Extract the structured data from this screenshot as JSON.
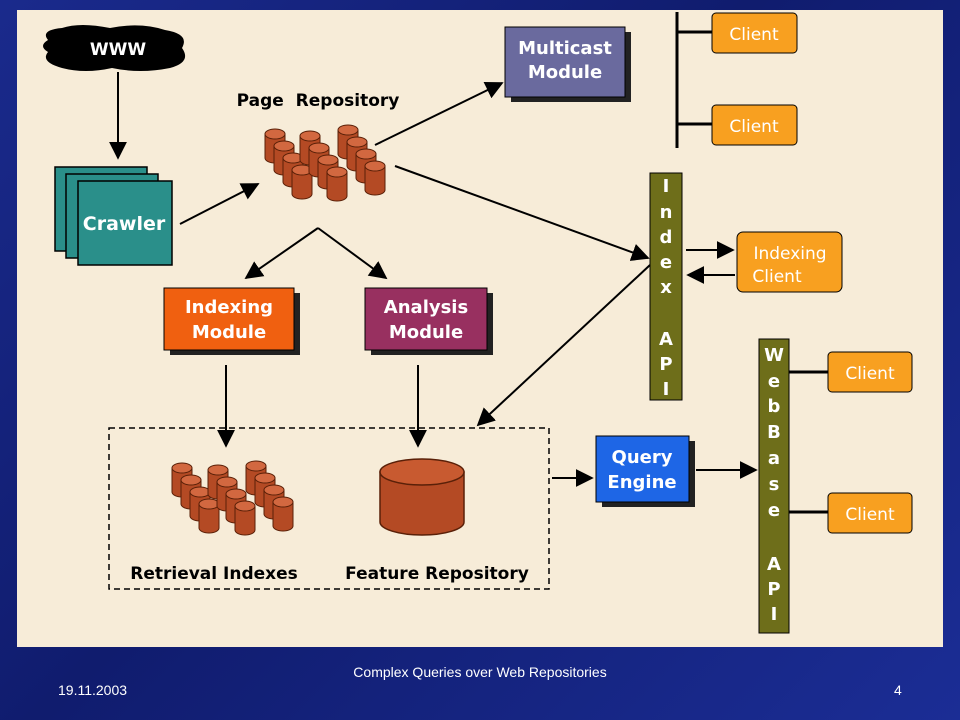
{
  "diagram": {
    "www_label": "WWW",
    "page_repository_label": "Page  Repository",
    "crawler_label": "Crawler",
    "multicast_module_label": [
      "Multicast",
      "Module"
    ],
    "indexing_module_label": [
      "Indexing",
      "Module"
    ],
    "analysis_module_label": [
      "Analysis",
      "Module"
    ],
    "retrieval_indexes_label": "Retrieval Indexes",
    "feature_repository_label": "Feature Repository",
    "query_engine_label": [
      "Query",
      "Engine"
    ],
    "index_api_letters": [
      "I",
      "n",
      "d",
      "e",
      "x",
      "A",
      "P",
      "I"
    ],
    "webbase_api_letters": [
      "W",
      "e",
      "b",
      "B",
      "a",
      "s",
      "e",
      "A",
      "P",
      "I"
    ],
    "indexing_client_label": [
      "Indexing",
      "Client"
    ],
    "clients": [
      "Client",
      "Client",
      "Client",
      "Client"
    ],
    "colors": {
      "panel": "#f7ecd8",
      "crawler": "#2a8f8a",
      "multicast": "#6a6a9e",
      "indexing_module": "#f06010",
      "analysis_module": "#983060",
      "query_engine": "#1e66e6",
      "api_bar": "#6e6e1a",
      "client": "#f8a020",
      "cylinder": "#b44a24"
    }
  },
  "footer": {
    "date": "19.11.2003",
    "title": "Complex Queries over Web Repositories",
    "page_number": "4"
  }
}
